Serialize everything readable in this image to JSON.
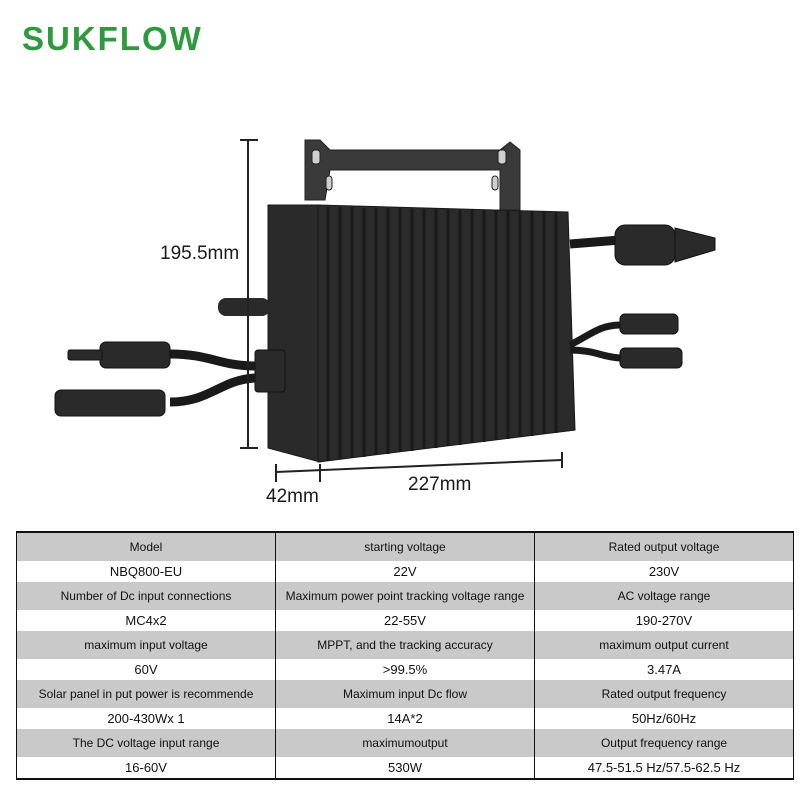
{
  "brand": {
    "name": "SUKFLOW",
    "color": "#2e9a3e"
  },
  "dimensions": {
    "height": "195.5mm",
    "depth": "42mm",
    "width": "227mm"
  },
  "spec_table": {
    "rows": [
      {
        "kind": "label",
        "cells": [
          "Model",
          "starting voltage",
          "Rated output voltage"
        ]
      },
      {
        "kind": "value",
        "cells": [
          "NBQ800-EU",
          "22V",
          "230V"
        ]
      },
      {
        "kind": "label",
        "cells": [
          "Number of Dc input connections",
          "Maximum power point tracking voltage range",
          "AC voltage range"
        ]
      },
      {
        "kind": "value",
        "cells": [
          "MC4x2",
          "22-55V",
          "190-270V"
        ]
      },
      {
        "kind": "label",
        "cells": [
          "maximum input voltage",
          "MPPT, and the tracking accuracy",
          "maximum output current"
        ]
      },
      {
        "kind": "value",
        "cells": [
          "60V",
          ">99.5%",
          "3.47A"
        ]
      },
      {
        "kind": "label",
        "cells": [
          "Solar panel in put power is recommende",
          "Maximum input Dc flow",
          "Rated output frequency"
        ]
      },
      {
        "kind": "value",
        "cells": [
          "200-430Wx 1",
          "14A*2",
          "50Hz/60Hz"
        ]
      },
      {
        "kind": "label",
        "cells": [
          "The DC voltage input range",
          "maximumoutput",
          "Output frequency range"
        ]
      },
      {
        "kind": "value",
        "cells": [
          "16-60V",
          "530W",
          "47.5-51.5 Hz/57.5-62.5 Hz"
        ]
      }
    ]
  },
  "colors": {
    "label_row_bg": "#c9c9c9",
    "value_row_bg": "#ffffff",
    "heatsink": "#2b2b2b"
  }
}
